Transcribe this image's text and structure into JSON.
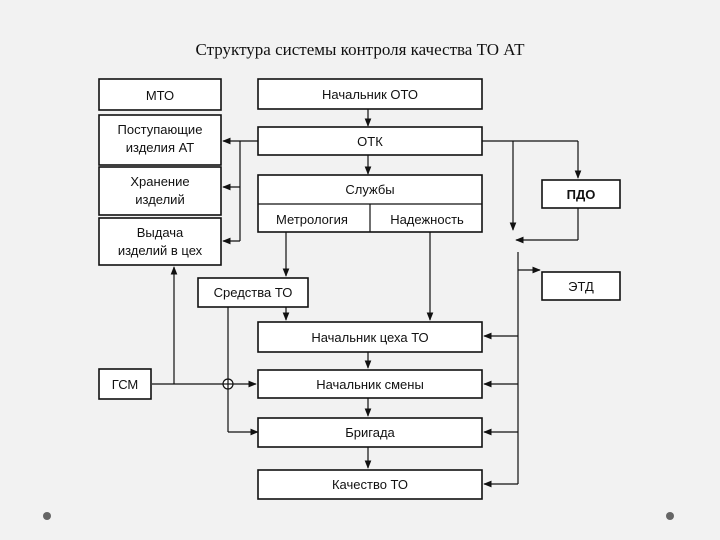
{
  "title": "Структура системы контроля качества ТО АТ",
  "left_column": {
    "mto": "МТО",
    "incoming_line1": "Поступающие",
    "incoming_line2": "изделия АТ",
    "storage_line1": "Хранение",
    "storage_line2": "изделий",
    "issue_line1": "Выдача",
    "issue_line2": "изделий в цех"
  },
  "center": {
    "chief_oto": "Начальник ОТО",
    "otk": "ОТК",
    "services": "Службы",
    "metrology": "Метрология",
    "reliability": "Надежность",
    "means_to": "Средства ТО",
    "shop_chief": "Начальник цеха ТО",
    "shift_chief": "Начальник смены",
    "brigade": "Бригада",
    "quality_to": "Качество ТО"
  },
  "right": {
    "pdo": "ПДО",
    "etd": "ЭТД"
  },
  "gsm": "ГСМ",
  "colors": {
    "line": "#111111",
    "box_fill": "#ffffff",
    "background": "#f2f2f2"
  }
}
